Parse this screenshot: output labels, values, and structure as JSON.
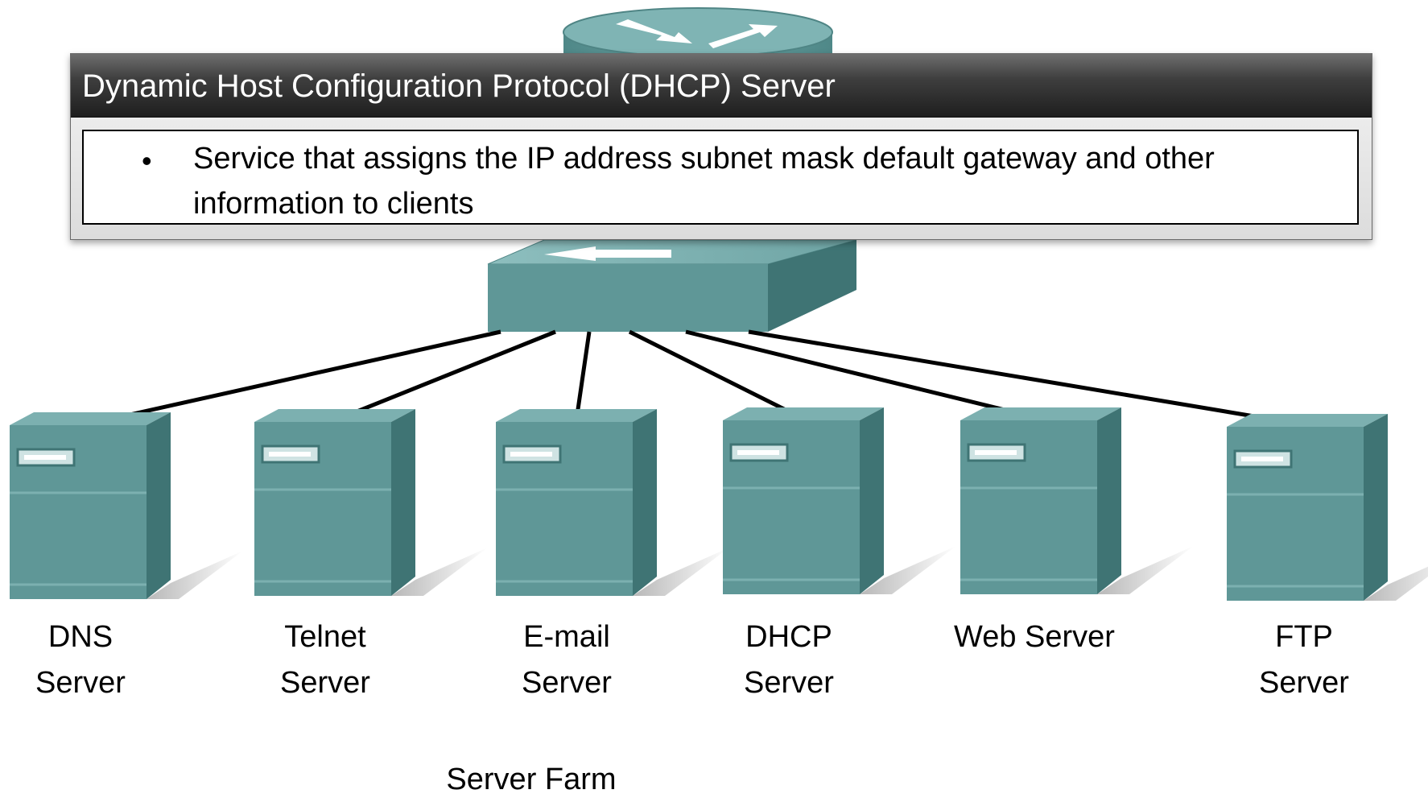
{
  "colors": {
    "device_main": "#5f9797",
    "device_light": "#7cb0b0",
    "device_dark": "#3f7474",
    "title_bar": "#2a2a2a",
    "link": "#000000"
  },
  "popup": {
    "title": "Dynamic Host Configuration Protocol (DHCP) Server",
    "bullet": "•",
    "text": "Service that assigns the IP address subnet mask default gateway and other information to clients"
  },
  "devices": {
    "router": "router-icon",
    "switch": "switch-icon"
  },
  "servers": [
    {
      "label": "DNS\nServer",
      "icon": "server-icon"
    },
    {
      "label": "Telnet\nServer",
      "icon": "server-icon"
    },
    {
      "label": "E-mail\nServer",
      "icon": "server-icon"
    },
    {
      "label": "DHCP\nServer",
      "icon": "server-icon"
    },
    {
      "label": "Web Server",
      "icon": "server-icon"
    },
    {
      "label": "FTP\nServer",
      "icon": "server-icon"
    }
  ],
  "caption": "Server Farm"
}
